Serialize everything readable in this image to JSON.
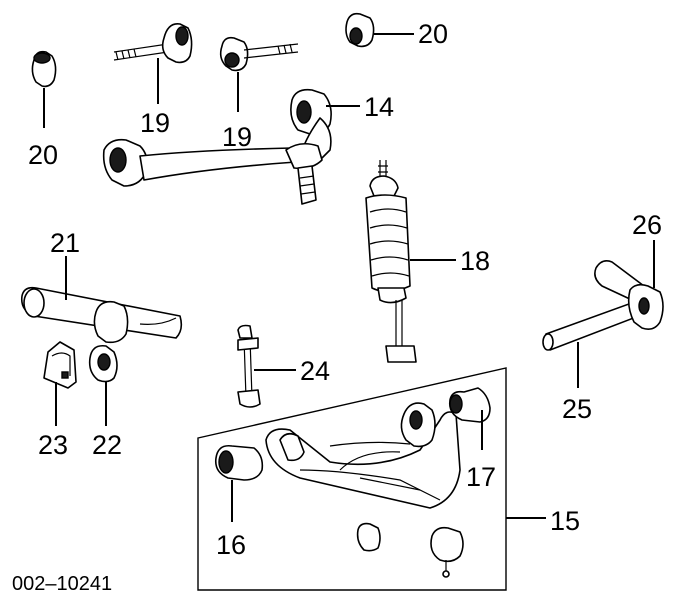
{
  "callouts": {
    "c20_top_right": "20",
    "c20_left": "20",
    "c19_left": "19",
    "c19_right": "19",
    "c14": "14",
    "c21": "21",
    "c18": "18",
    "c26": "26",
    "c24": "24",
    "c25": "25",
    "c23": "23",
    "c22": "22",
    "c17": "17",
    "c15": "15",
    "c16": "16"
  },
  "diagram_code": "002–10241"
}
